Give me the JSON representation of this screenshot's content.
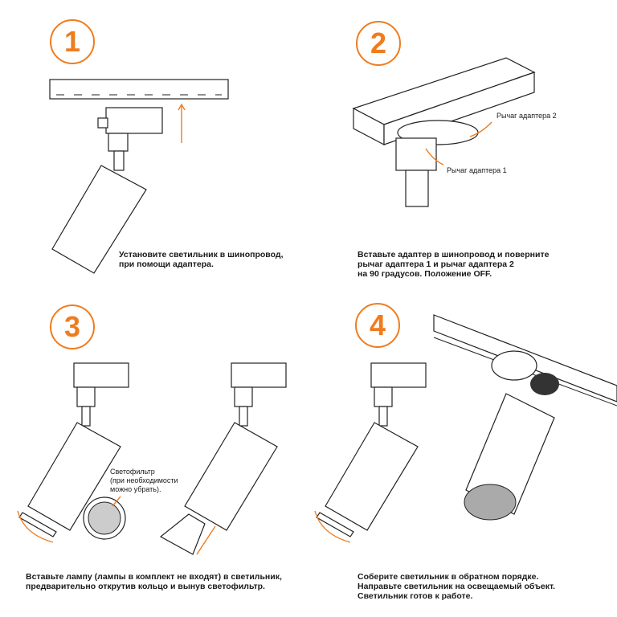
{
  "accent_color": "#f07c1e",
  "steps": [
    {
      "number": "1",
      "text": "Установите светильник в шинопровод,\nпри помощи адаптера."
    },
    {
      "number": "2",
      "text": "Вставьте адаптер в шинопровод и поверните\nрычаг адаптера 1 и рычаг адаптера 2\nна 90 градусов. Положение OFF.",
      "labels": {
        "lever2": "Рычаг адаптера 2",
        "lever1": "Рычаг адаптера 1"
      }
    },
    {
      "number": "3",
      "text": "Вставьте лампу (лампы в комплект не входят) в светильник,\nпредварительно открутив кольцо и вынув светофильтр.",
      "labels": {
        "filter": "Светофильтр\n(при необходимости\nможно убрать)."
      }
    },
    {
      "number": "4",
      "text": "Соберите светильник в обратном порядке.\nНаправьте светильник на освещаемый объект.\nСветильник готов к работе."
    }
  ]
}
